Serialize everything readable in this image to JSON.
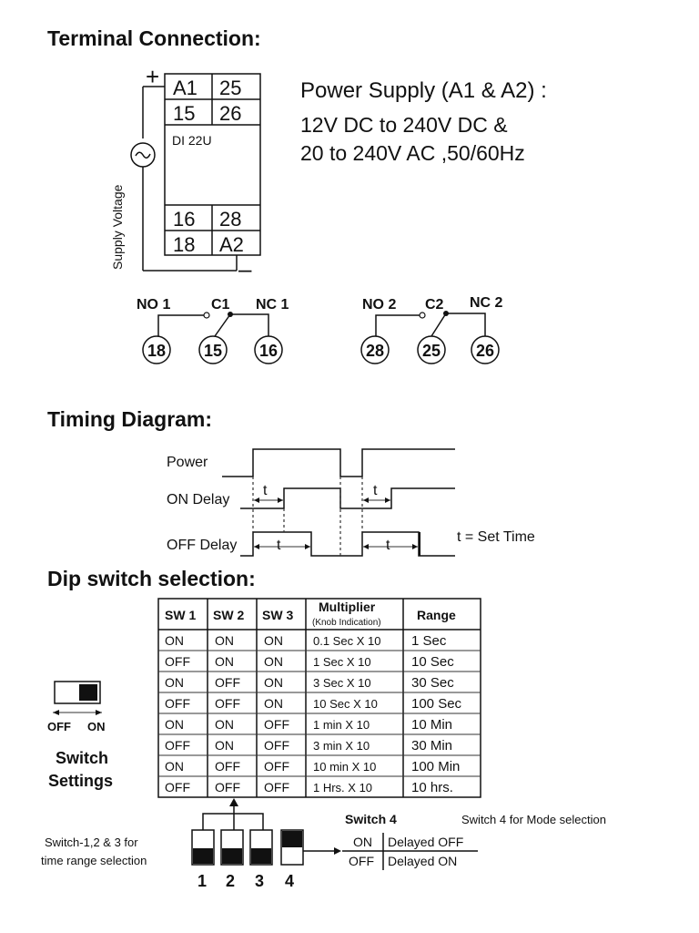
{
  "sections": {
    "terminal_title": "Terminal Connection:",
    "timing_title": "Timing Diagram:",
    "dip_title": "Dip switch selection:"
  },
  "terminal": {
    "plus": "+",
    "minus": "–",
    "ac_symbol": "~",
    "supply_voltage": "Supply Voltage",
    "model": "DI 22U",
    "top_row_1": [
      "A1",
      "25"
    ],
    "top_row_2": [
      "15",
      "26"
    ],
    "bottom_row_1": [
      "16",
      "28"
    ],
    "bottom_row_2": [
      "18",
      "A2"
    ]
  },
  "power_supply": {
    "title": "Power Supply (A1 & A2) :",
    "line1": "12V DC to 240V DC &",
    "line2": "20 to 240V AC ,50/60Hz"
  },
  "relays": [
    {
      "no": "NO 1",
      "c": "C1",
      "nc": "NC 1",
      "pins": [
        "18",
        "15",
        "16"
      ]
    },
    {
      "no": "NO 2",
      "c": "C2",
      "nc": "NC 2",
      "pins": [
        "28",
        "25",
        "26"
      ]
    }
  ],
  "timing": {
    "power": "Power",
    "on_delay": "ON Delay",
    "off_delay": "OFF Delay",
    "t": "t",
    "legend": "t =  Set Time"
  },
  "dip_table": {
    "headers": [
      "SW 1",
      "SW 2",
      "SW 3",
      "Multiplier",
      "Range"
    ],
    "multiplier_sub": "(Knob Indication)",
    "rows": [
      [
        "ON",
        "ON",
        "ON",
        "0.1 Sec X 10",
        "1 Sec"
      ],
      [
        "OFF",
        "ON",
        "ON",
        "1 Sec X 10",
        "10 Sec"
      ],
      [
        "ON",
        "OFF",
        "ON",
        "3 Sec X 10",
        "30 Sec"
      ],
      [
        "OFF",
        "OFF",
        "ON",
        "10 Sec X 10",
        "100 Sec"
      ],
      [
        "ON",
        "ON",
        "OFF",
        "1 min X 10",
        "10 Min"
      ],
      [
        "OFF",
        "ON",
        "OFF",
        "3 min X 10",
        "30 Min"
      ],
      [
        "ON",
        "OFF",
        "OFF",
        "10 min X 10",
        "100 Min"
      ],
      [
        "OFF",
        "OFF",
        "OFF",
        "1 Hrs. X 10",
        "10 hrs."
      ]
    ]
  },
  "switch_settings": {
    "off": "OFF",
    "on": "ON",
    "title_line1": "Switch",
    "title_line2": "Settings"
  },
  "switch_bank": {
    "range_note_line1": "Switch-1,2 & 3 for",
    "range_note_line2": "time range selection",
    "numbers": [
      "1",
      "2",
      "3",
      "4"
    ],
    "switch4_title": "Switch 4",
    "mode_note": "Switch 4 for Mode selection",
    "modes": [
      {
        "state": "ON",
        "mode": "Delayed OFF"
      },
      {
        "state": "OFF",
        "mode": "Delayed ON"
      }
    ]
  }
}
